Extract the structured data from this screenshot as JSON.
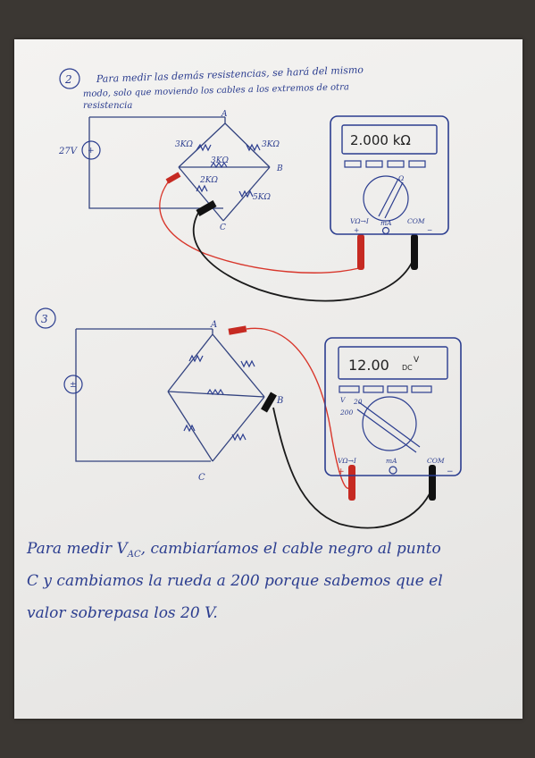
{
  "section2": {
    "number": "2",
    "line1": "Para medir las demás resistencias, se hará del mismo",
    "line2": "modo, solo que moviendo los cables a los extremos de otra",
    "line3": "resistencia",
    "source_voltage": "27V",
    "node_a": "A",
    "node_b": "B",
    "node_c": "C",
    "r_top_left": "3KΩ",
    "r_top_right": "3KΩ",
    "r_middle": "3KΩ",
    "r_bottom_left": "2KΩ",
    "r_bottom_right": "5KΩ",
    "display": "2.000 kΩ",
    "dial_label": "Ω",
    "jack_v": "VΩ→I",
    "jack_ma": "mA",
    "jack_com": "COM",
    "plus": "+",
    "minus": "−"
  },
  "section3": {
    "number": "3",
    "node_a": "A",
    "node_b": "B",
    "node_c": "C",
    "display": "12.00",
    "display_unit": "DC",
    "display_v": "V",
    "dial_v": "V",
    "dial_range": "20",
    "dial_200": "200",
    "jack_v": "VΩ→I",
    "jack_ma": "mA",
    "jack_com": "COM",
    "plus": "+",
    "minus": "−"
  },
  "conclusion": {
    "line1": "Para medir V",
    "line1_sub": "AC",
    "line1_rest": ", cambiaríamos el cable negro al punto",
    "line2": "C y cambiamos la rueda a 200 porque sabemos que el",
    "line3": "valor sobrepasa los 20 V."
  }
}
